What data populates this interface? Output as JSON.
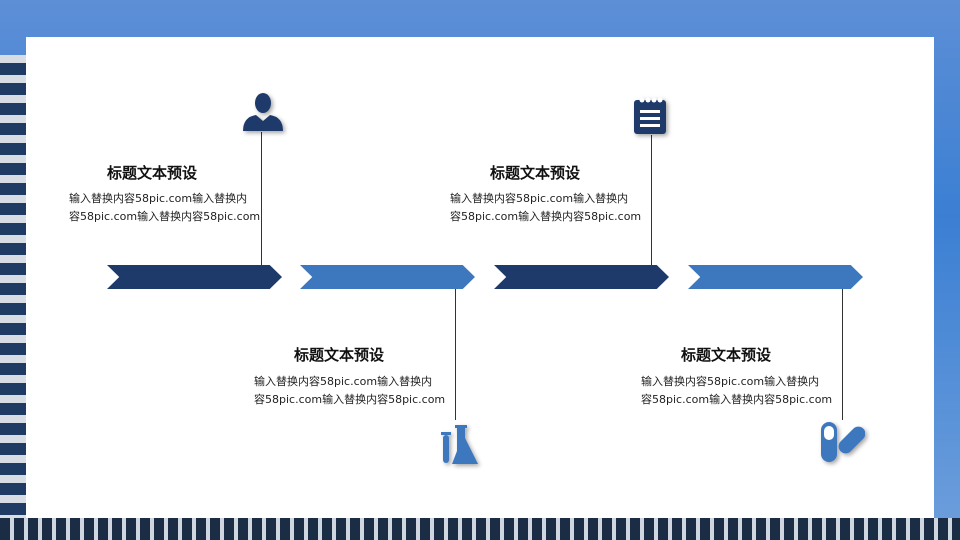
{
  "items": [
    {
      "title": "标题文本预设",
      "line1": "输入替换内容58pic.com输入替换内",
      "line2": "容58pic.com输入替换内容58pic.com",
      "icon": "person-icon"
    },
    {
      "title": "标题文本预设",
      "line1": "输入替换内容58pic.com输入替换内",
      "line2": "容58pic.com输入替换内容58pic.com",
      "icon": "flask-icon"
    },
    {
      "title": "标题文本预设",
      "line1": "输入替换内容58pic.com输入替换内",
      "line2": "容58pic.com输入替换内容58pic.com",
      "icon": "notepad-icon"
    },
    {
      "title": "标题文本预设",
      "line1": "输入替换内容58pic.com输入替换内",
      "line2": "容58pic.com输入替换内容58pic.com",
      "icon": "pill-icon"
    }
  ],
  "colors": {
    "dark": "#1d3a6b",
    "light": "#3d78bf"
  }
}
